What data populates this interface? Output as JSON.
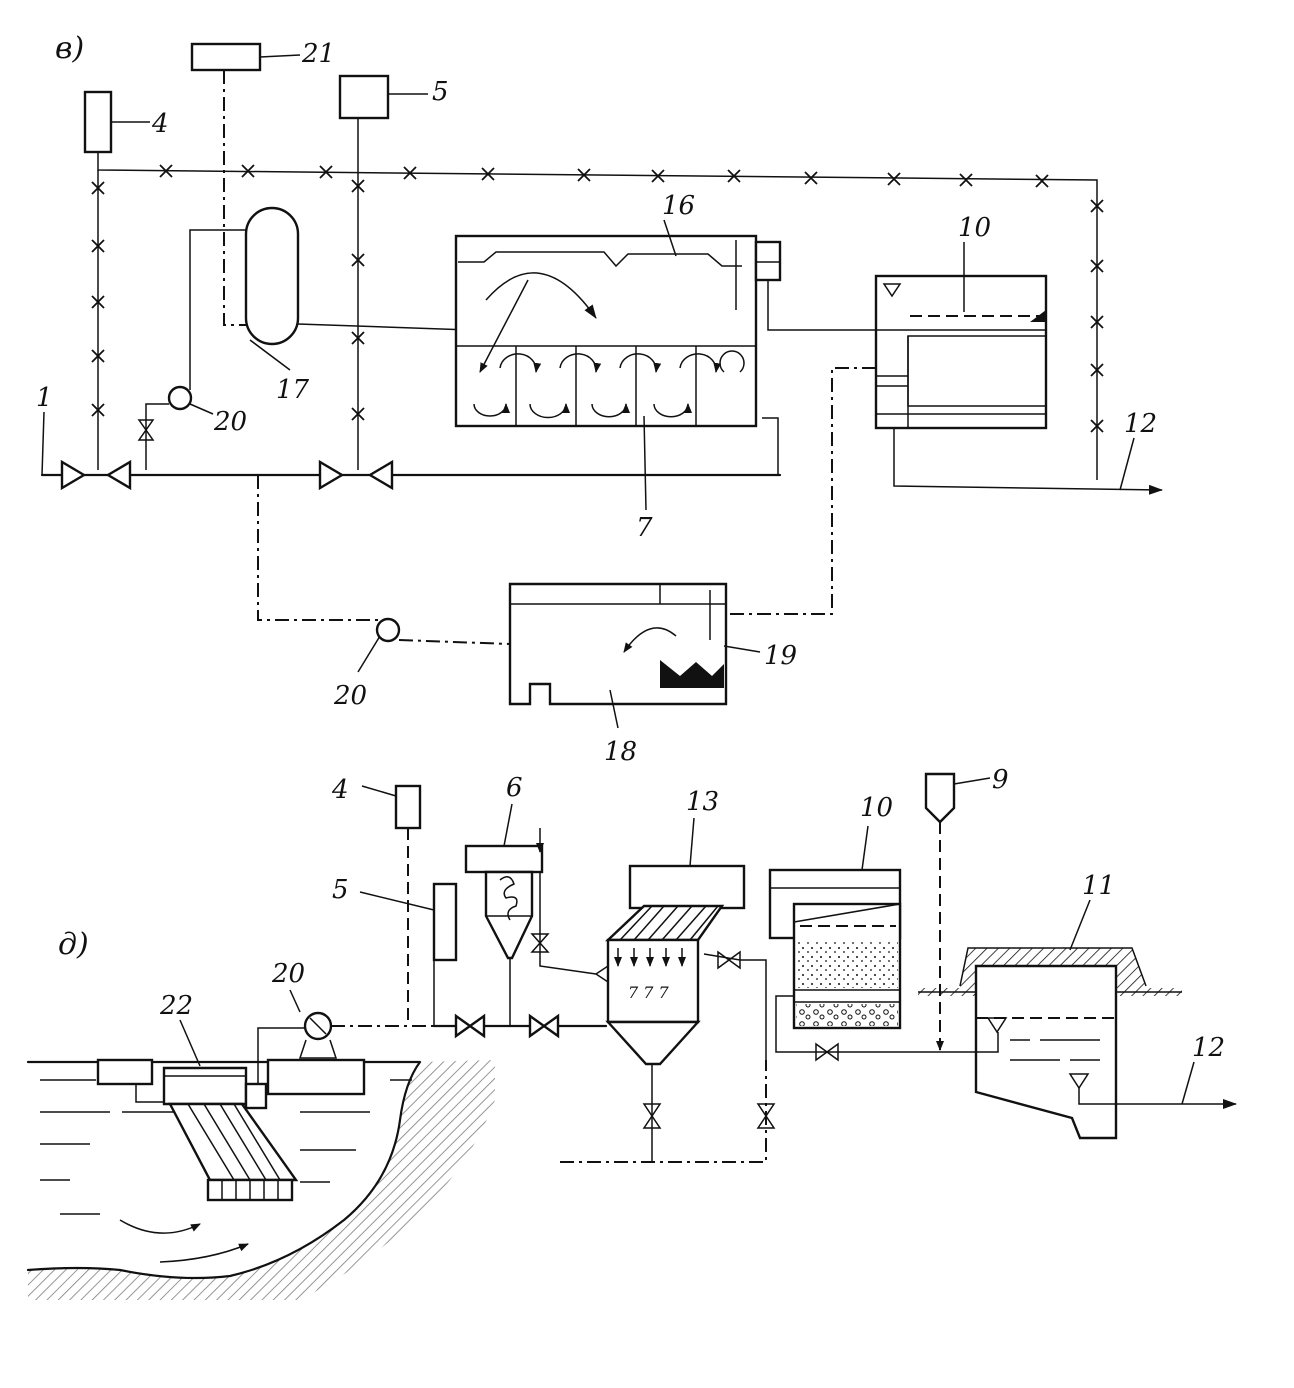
{
  "diagram": {
    "section_labels": {
      "v": "в)",
      "d": "д)"
    },
    "labels_v": {
      "n1": "1",
      "n4": "4",
      "n5": "5",
      "n7": "7",
      "n10": "10",
      "n12": "12",
      "n16": "16",
      "n17": "17",
      "n18": "18",
      "n19": "19",
      "n20a": "20",
      "n20b": "20",
      "n21": "21"
    },
    "labels_d": {
      "n4": "4",
      "n5": "5",
      "n6": "6",
      "n9": "9",
      "n10": "10",
      "n11": "11",
      "n12": "12",
      "n13": "13",
      "n20": "20",
      "n22": "22"
    }
  }
}
